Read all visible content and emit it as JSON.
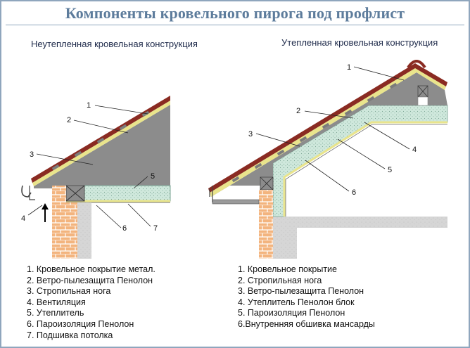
{
  "title": "Компоненты кровельного пирога под профлист",
  "left": {
    "subtitle": "Неутепленная кровельная конструкция",
    "callouts": [
      "1",
      "2",
      "3",
      "4",
      "5",
      "6",
      "7"
    ],
    "legend": [
      "1. Кровельное покрытие метал.",
      "2. Ветро-пылезащита Пенолон",
      "3. Стропильная нога",
      "4. Вентиляция",
      "5. Утеплитель",
      "6. Пароизоляция Пенолон",
      "7. Подшивка потолка"
    ]
  },
  "right": {
    "subtitle": "Утепленная кровельная конструкция",
    "callouts": [
      "1",
      "2",
      "3",
      "4",
      "5",
      "6"
    ],
    "legend": [
      "1. Кровельное покрытие",
      "2. Стропильная нога",
      "3. Ветро-пылезащита Пенолон",
      "4. Утеплитель Пенолон блок",
      "5. Пароизоляция Пенолон",
      "6.Внутренняя обшивка мансарды"
    ]
  },
  "colors": {
    "title": "#5d7c9c",
    "frame": "#8fa6bd",
    "roofing": "#8a2b22",
    "membrane": "#e9e48c",
    "rafter": "#8a8a8a",
    "insulation": "#cfe8dc",
    "brick": "#f2b27c",
    "wall": "#d9d9d9"
  }
}
